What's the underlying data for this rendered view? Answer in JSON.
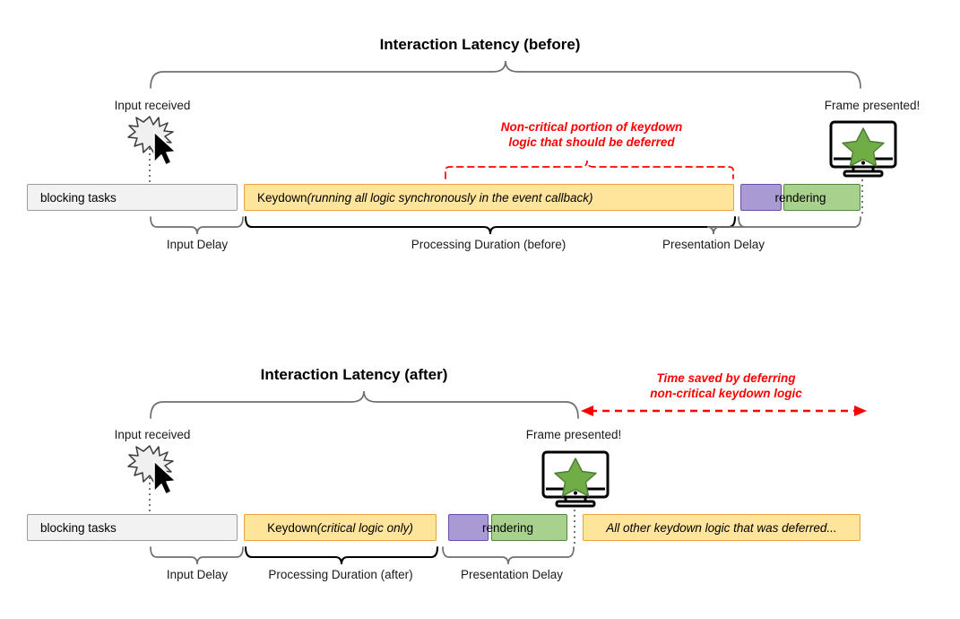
{
  "figure": {
    "background": "#ffffff",
    "colors": {
      "yellow_fill": "#ffe49c",
      "yellow_stroke": "#e8a33d",
      "purple_fill": "#a99ad4",
      "purple_stroke": "#6a4fa3",
      "green_fill": "#a9d18e",
      "green_stroke": "#4f8a3a",
      "grey_fill": "#f2f2f2",
      "grey_stroke": "#9a9a9a",
      "annotation_red": "#ff0000",
      "brace_grey": "#6f6f6f",
      "brace_black": "#000000",
      "star_green": "#70ad47"
    }
  },
  "before": {
    "title": "Interaction Latency (before)",
    "input_label": "Input received",
    "frame_label": "Frame presented!",
    "annotation_line1": "Non-critical portion of keydown",
    "annotation_line2": "logic that should be deferred",
    "bars": {
      "blocking": "blocking tasks",
      "keydown_prefix": "Keydown ",
      "keydown_italic": "(running all logic synchronously in the event callback)",
      "rendering": "rendering"
    },
    "phases": [
      "Input Delay",
      "Processing Duration (before)",
      "Presentation Delay"
    ],
    "icons": {
      "input_burst": "burst-icon",
      "cursor": "mouse-cursor-icon",
      "monitor": "monitor-icon",
      "star": "star-icon"
    }
  },
  "after": {
    "title": "Interaction Latency (after)",
    "input_label": "Input received",
    "frame_label": "Frame presented!",
    "annotation_line1": "Time saved by deferring",
    "annotation_line2": "non-critical keydown logic",
    "bars": {
      "blocking": "blocking tasks",
      "keydown_prefix": "Keydown ",
      "keydown_italic": "(critical logic only)",
      "rendering": "rendering",
      "deferred": "All other keydown logic that was deferred..."
    },
    "phases": [
      "Input Delay",
      "Processing Duration (after)",
      "Presentation Delay"
    ],
    "icons": {
      "input_burst": "burst-icon",
      "cursor": "mouse-cursor-icon",
      "monitor": "monitor-icon",
      "star": "star-icon",
      "time_saved_arrow": "double-arrow-icon"
    }
  }
}
